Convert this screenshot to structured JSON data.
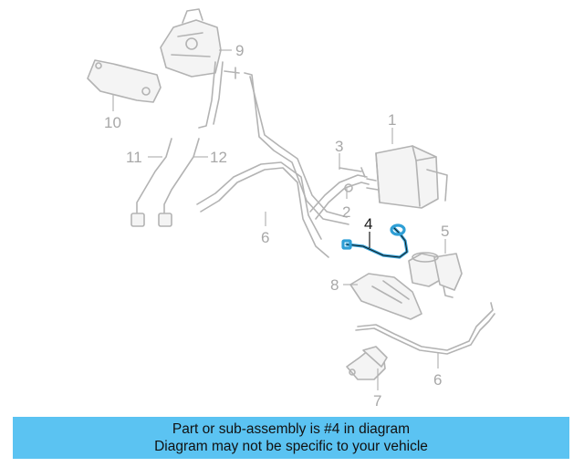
{
  "diagram": {
    "callouts": [
      {
        "id": "1",
        "label": "1"
      },
      {
        "id": "2",
        "label": "2"
      },
      {
        "id": "3",
        "label": "3"
      },
      {
        "id": "4",
        "label": "4"
      },
      {
        "id": "5",
        "label": "5"
      },
      {
        "id": "6a",
        "label": "6"
      },
      {
        "id": "6b",
        "label": "6"
      },
      {
        "id": "7",
        "label": "7"
      },
      {
        "id": "8",
        "label": "8"
      },
      {
        "id": "9",
        "label": "9"
      },
      {
        "id": "10",
        "label": "10"
      },
      {
        "id": "11",
        "label": "11"
      },
      {
        "id": "12",
        "label": "12"
      }
    ],
    "highlight_color": "#2e9fd6",
    "part_color": "#b3b3b3"
  },
  "banner": {
    "line1": "Part or sub-assembly is #4 in diagram",
    "line2": "Diagram may not be specific to your vehicle",
    "background": "#5bc3f2"
  }
}
